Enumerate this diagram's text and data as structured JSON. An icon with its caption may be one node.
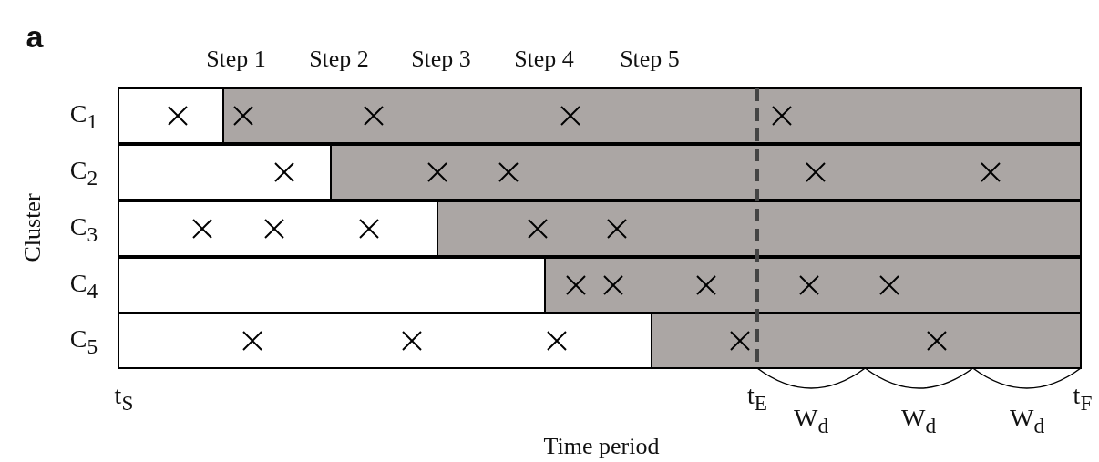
{
  "diagram": {
    "labels": [
      "a",
      "Step 1",
      "Step 2",
      "Step 3",
      "Step 4",
      "Step 5",
      "Cluster",
      "C$_{1}$",
      "C$_{2}$",
      "C$_{3}$",
      "C$_{4}$",
      "C$_{5}$",
      "t$_{S}$",
      "t$_{E}$",
      "W$_{d}$",
      "W$_{d}$",
      "W$_{d}$",
      "t$_{F}$",
      "Time period"
    ]
  }
}
